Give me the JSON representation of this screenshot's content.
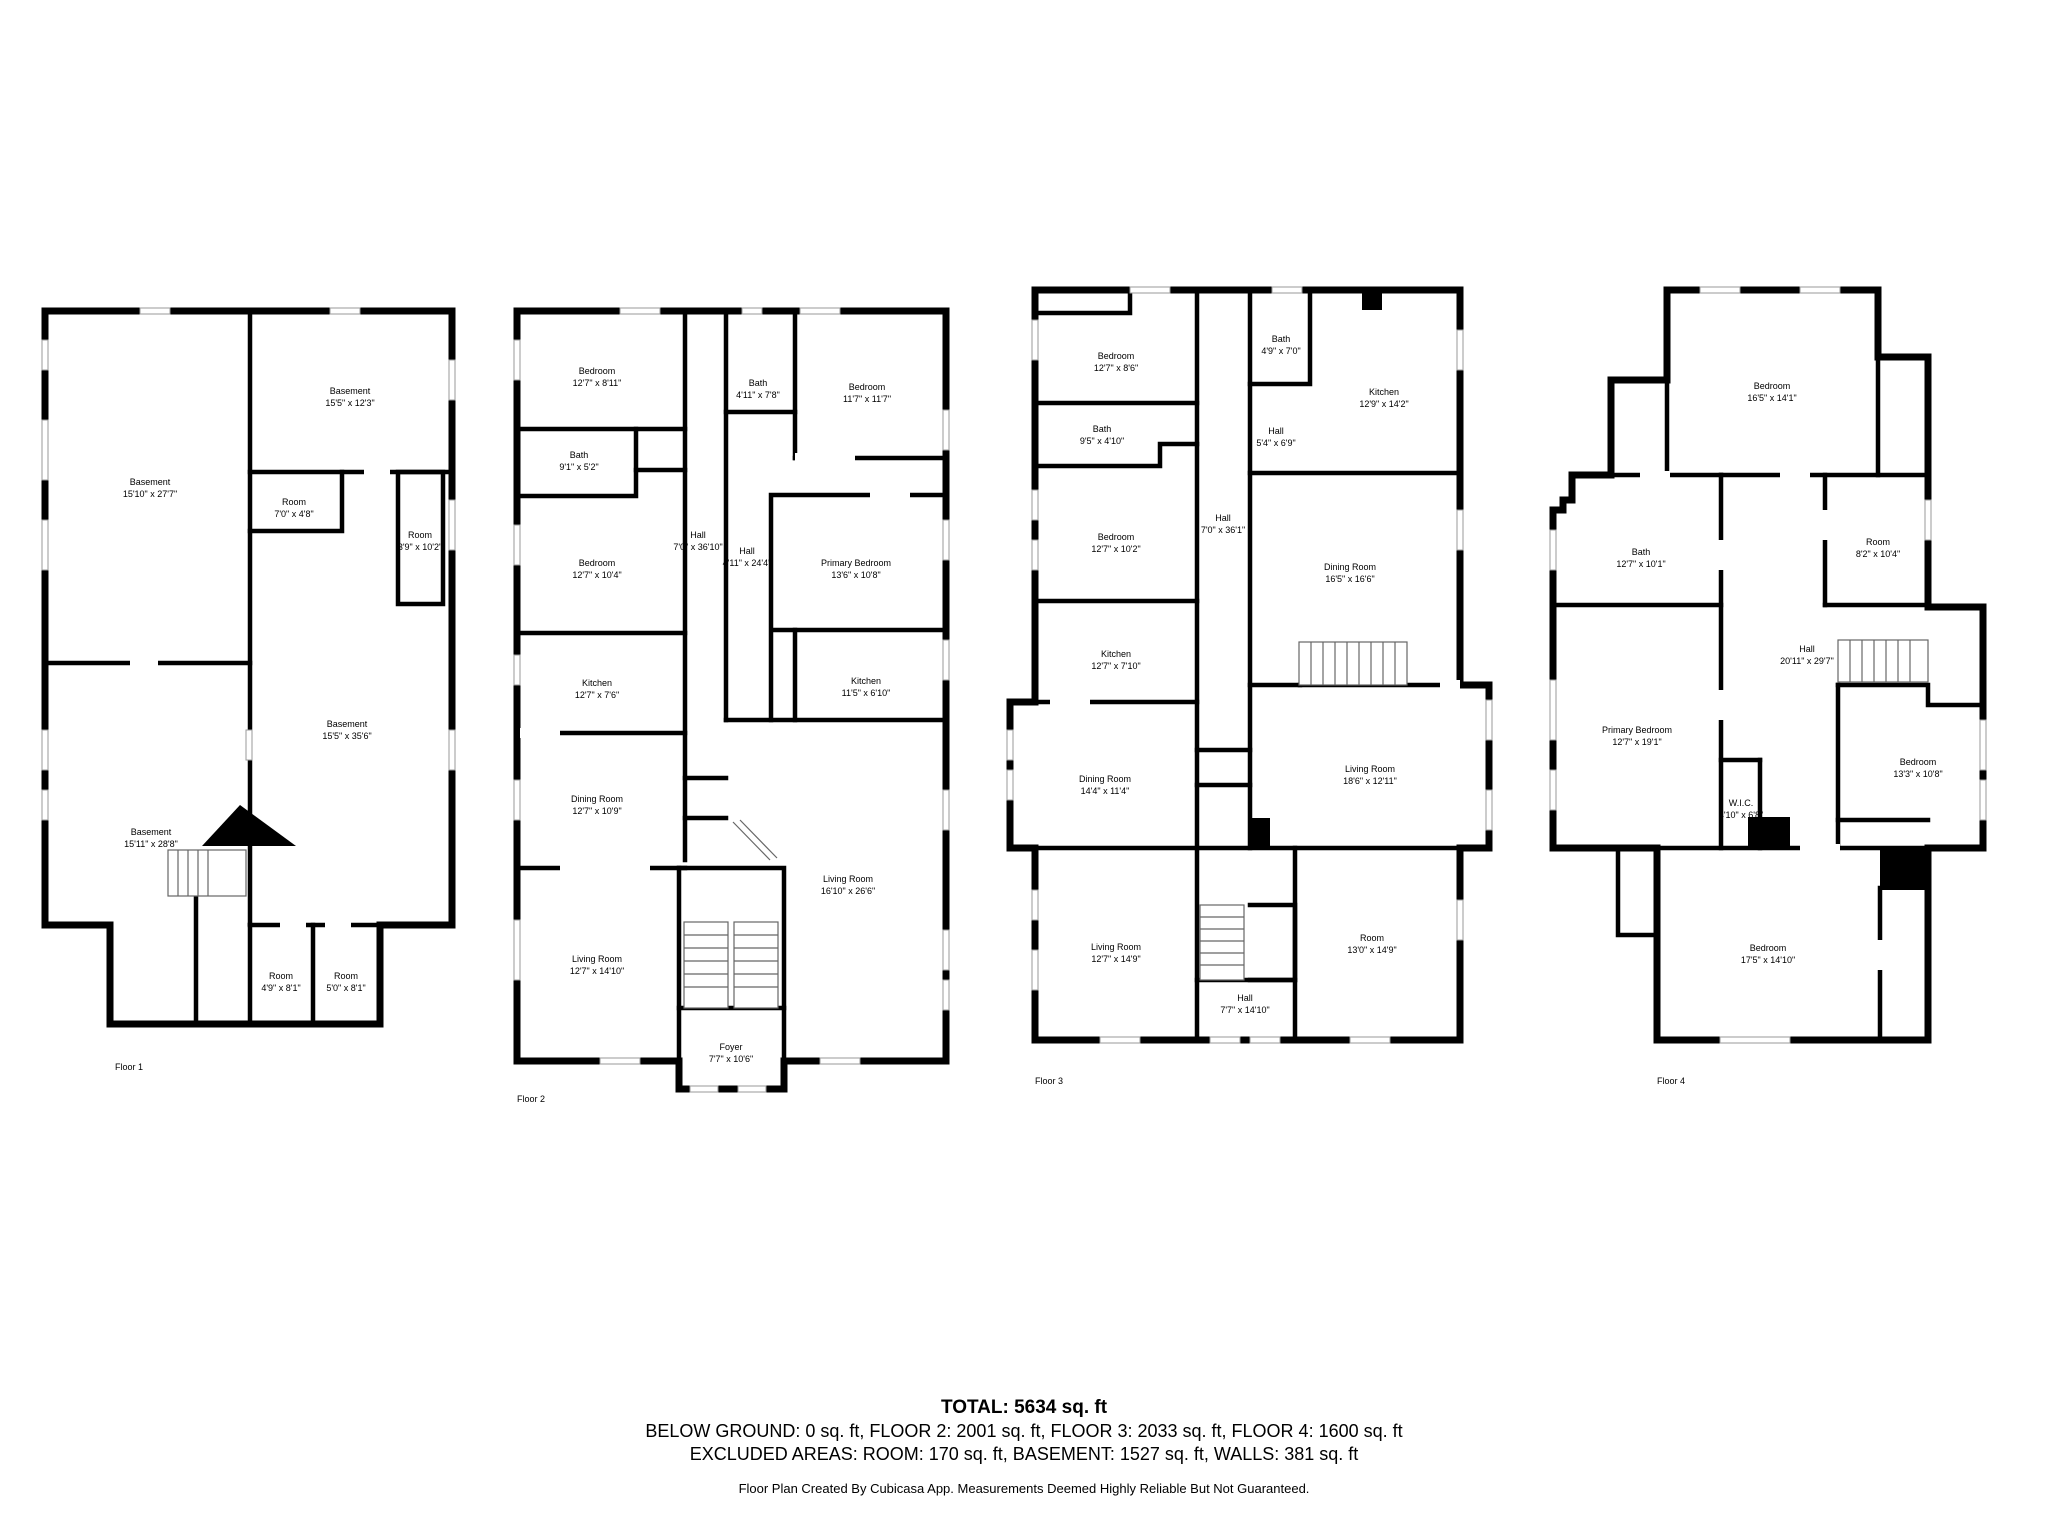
{
  "floors": [
    {
      "label": "Floor 1",
      "rooms": [
        {
          "name": "Basement",
          "dim": "15'10\" x 27'7\""
        },
        {
          "name": "Basement",
          "dim": "15'5\" x 12'3\""
        },
        {
          "name": "Room",
          "dim": "7'0\" x 4'8\""
        },
        {
          "name": "Room",
          "dim": "3'9\" x 10'2\""
        },
        {
          "name": "Basement",
          "dim": "15'5\" x 35'6\""
        },
        {
          "name": "Basement",
          "dim": "15'11\" x 28'8\""
        },
        {
          "name": "Room",
          "dim": "4'9\" x 8'1\""
        },
        {
          "name": "Room",
          "dim": "5'0\" x 8'1\""
        }
      ]
    },
    {
      "label": "Floor 2",
      "rooms": [
        {
          "name": "Bedroom",
          "dim": "12'7\" x 8'11\""
        },
        {
          "name": "Bath",
          "dim": "9'1\" x 5'2\""
        },
        {
          "name": "Bedroom",
          "dim": "12'7\" x 10'4\""
        },
        {
          "name": "Kitchen",
          "dim": "12'7\" x 7'6\""
        },
        {
          "name": "Dining Room",
          "dim": "12'7\" x 10'9\""
        },
        {
          "name": "Living Room",
          "dim": "12'7\" x 14'10\""
        },
        {
          "name": "Hall",
          "dim": "7'0\" x 36'10\""
        },
        {
          "name": "Hall",
          "dim": "4'11\" x 24'4\""
        },
        {
          "name": "Bath",
          "dim": "4'11\" x 7'8\""
        },
        {
          "name": "Bedroom",
          "dim": "11'7\" x 11'7\""
        },
        {
          "name": "Primary Bedroom",
          "dim": "13'6\" x 10'8\""
        },
        {
          "name": "Kitchen",
          "dim": "11'5\" x 6'10\""
        },
        {
          "name": "Living Room",
          "dim": "16'10\" x 26'6\""
        },
        {
          "name": "Foyer",
          "dim": "7'7\" x 10'6\""
        }
      ]
    },
    {
      "label": "Floor 3",
      "rooms": [
        {
          "name": "Bedroom",
          "dim": "12'7\" x 8'6\""
        },
        {
          "name": "Bath",
          "dim": "9'5\" x 4'10\""
        },
        {
          "name": "Bedroom",
          "dim": "12'7\" x 10'2\""
        },
        {
          "name": "Kitchen",
          "dim": "12'7\" x 7'10\""
        },
        {
          "name": "Dining Room",
          "dim": "14'4\" x 11'4\""
        },
        {
          "name": "Living Room",
          "dim": "12'7\" x 14'9\""
        },
        {
          "name": "Hall",
          "dim": "7'0\" x 36'1\""
        },
        {
          "name": "Bath",
          "dim": "4'9\" x 7'0\""
        },
        {
          "name": "Hall",
          "dim": "5'4\" x 6'9\""
        },
        {
          "name": "Kitchen",
          "dim": "12'9\" x 14'2\""
        },
        {
          "name": "Dining Room",
          "dim": "16'5\" x 16'6\""
        },
        {
          "name": "Living Room",
          "dim": "18'6\" x 12'11\""
        },
        {
          "name": "Room",
          "dim": "13'0\" x 14'9\""
        },
        {
          "name": "Hall",
          "dim": "7'7\" x 14'10\""
        }
      ]
    },
    {
      "label": "Floor 4",
      "rooms": [
        {
          "name": "Bedroom",
          "dim": "16'5\" x 14'1\""
        },
        {
          "name": "Bath",
          "dim": "12'7\" x 10'1\""
        },
        {
          "name": "Room",
          "dim": "8'2\" x 10'4\""
        },
        {
          "name": "Hall",
          "dim": "20'11\" x 29'7\""
        },
        {
          "name": "Primary Bedroom",
          "dim": "12'7\" x 19'1\""
        },
        {
          "name": "W.I.C.",
          "dim": "4'10\" x 6'8\""
        },
        {
          "name": "Bedroom",
          "dim": "13'3\" x 10'8\""
        },
        {
          "name": "Bedroom",
          "dim": "17'5\" x 14'10\""
        }
      ]
    }
  ],
  "summary": {
    "total": "TOTAL: 5634 sq. ft",
    "line1": "BELOW GROUND: 0 sq. ft, FLOOR 2: 2001 sq. ft, FLOOR 3: 2033 sq. ft, FLOOR 4: 1600 sq. ft",
    "line2": "EXCLUDED AREAS: ROOM: 170 sq. ft, BASEMENT: 1527 sq. ft, WALLS: 381 sq. ft",
    "disclaimer": "Floor Plan Created By Cubicasa App. Measurements Deemed Highly Reliable But Not Guaranteed."
  }
}
